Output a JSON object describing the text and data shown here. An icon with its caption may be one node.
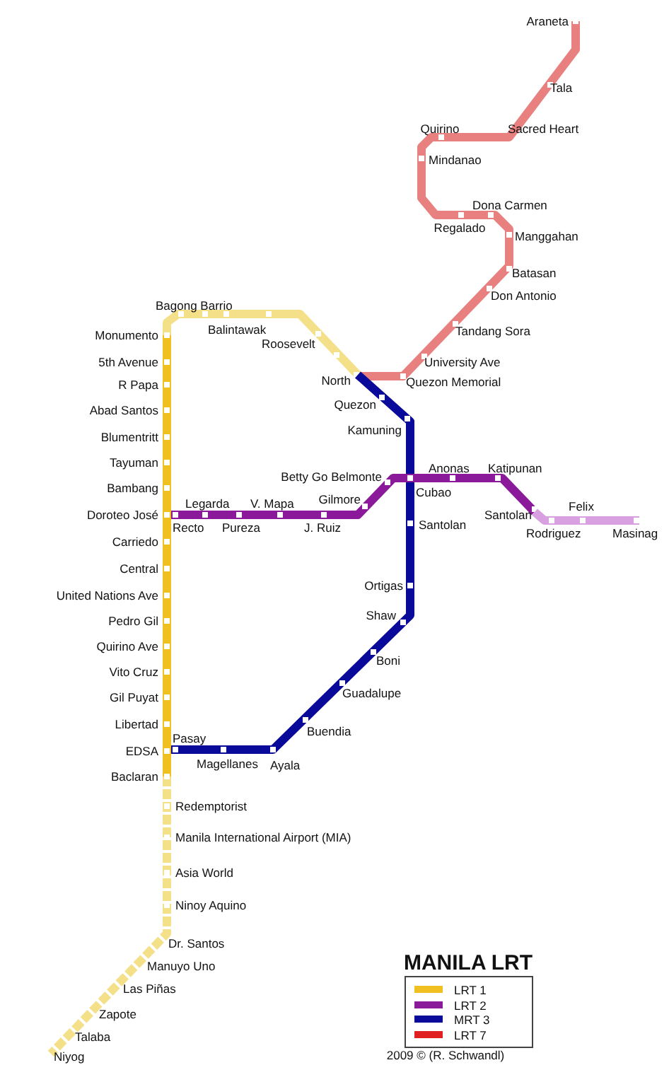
{
  "diagram": {
    "title": "MANILA LRT",
    "labels": [
      "Araneta",
      "Tala",
      "Quirino",
      "Sacred Heart",
      "Mindanao",
      "Dona Carmen",
      "Regalado",
      "Manggahan",
      "Batasan",
      "Don Antonio",
      "Tandang Sora",
      "University Ave",
      "Quezon Memorial",
      "Bagong Barrio",
      "Balintawak",
      "Roosevelt",
      "Monumento",
      "5th Avenue",
      "R Papa",
      "Abad Santos",
      "Blumentritt",
      "Tayuman",
      "Bambang",
      "Doroteo José",
      "North",
      "Quezon",
      "Kamuning",
      "Betty Go Belmonte",
      "Legarda",
      "V. Mapa",
      "Gilmore",
      "Anonas",
      "Katipunan",
      "Cubao",
      "Recto",
      "Pureza",
      "J. Ruiz",
      "Santolan",
      "Santolan",
      "Felix",
      "Rodriguez",
      "Masinag",
      "Carriedo",
      "Central",
      "United Nations Ave",
      "Ortigas",
      "Pedro Gil",
      "Shaw",
      "Quirino Ave",
      "Boni",
      "Vito Cruz",
      "Gil Puyat",
      "Guadalupe",
      "Libertad",
      "Buendia",
      "Pasay",
      "EDSA",
      "Magellanes",
      "Ayala",
      "Baclaran",
      "Redemptorist",
      "Manila International Airport (MIA)",
      "Asia World",
      "Ninoy Aquino",
      "Dr. Santos",
      "Manuyo Uno",
      "Las Piñas",
      "Zapote",
      "Talaba",
      "Niyog",
      "2009 © (R. Schwandl)"
    ],
    "legend": [
      {
        "text": "LRT 1",
        "color": "#f0c020"
      },
      {
        "text": "LRT 2",
        "color": "#8a1a9a"
      },
      {
        "text": "MRT 3",
        "color": "#0a0a9a"
      },
      {
        "text": "LRT 7",
        "color": "#e02020"
      }
    ]
  }
}
